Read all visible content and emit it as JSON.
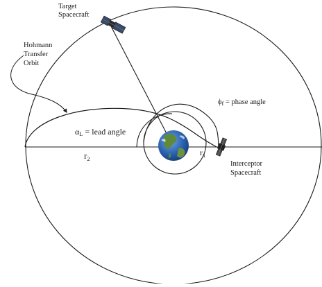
{
  "labels": {
    "target_line1": "Target",
    "target_line2": "Spacecraft",
    "hohmann_line1": "Hohmann",
    "hohmann_line2": "Transfer",
    "hohmann_line3": "Orbit",
    "phase_symbol": "ϕ",
    "phase_sub": "f",
    "phase_text": " = phase angle",
    "lead_symbol": "α",
    "lead_sub": "L",
    "lead_text": " = lead angle",
    "r2_main": "r",
    "r2_sub": "2",
    "r1_main": "r",
    "r1_sub": "1",
    "interceptor_line1": "Interceptor",
    "interceptor_line2": "Spacecraft"
  },
  "colors": {
    "ink": "#1a1a1a",
    "ocean": "#2a62b0",
    "land": "#5f8a3a",
    "panel": "#3a4a6a"
  }
}
